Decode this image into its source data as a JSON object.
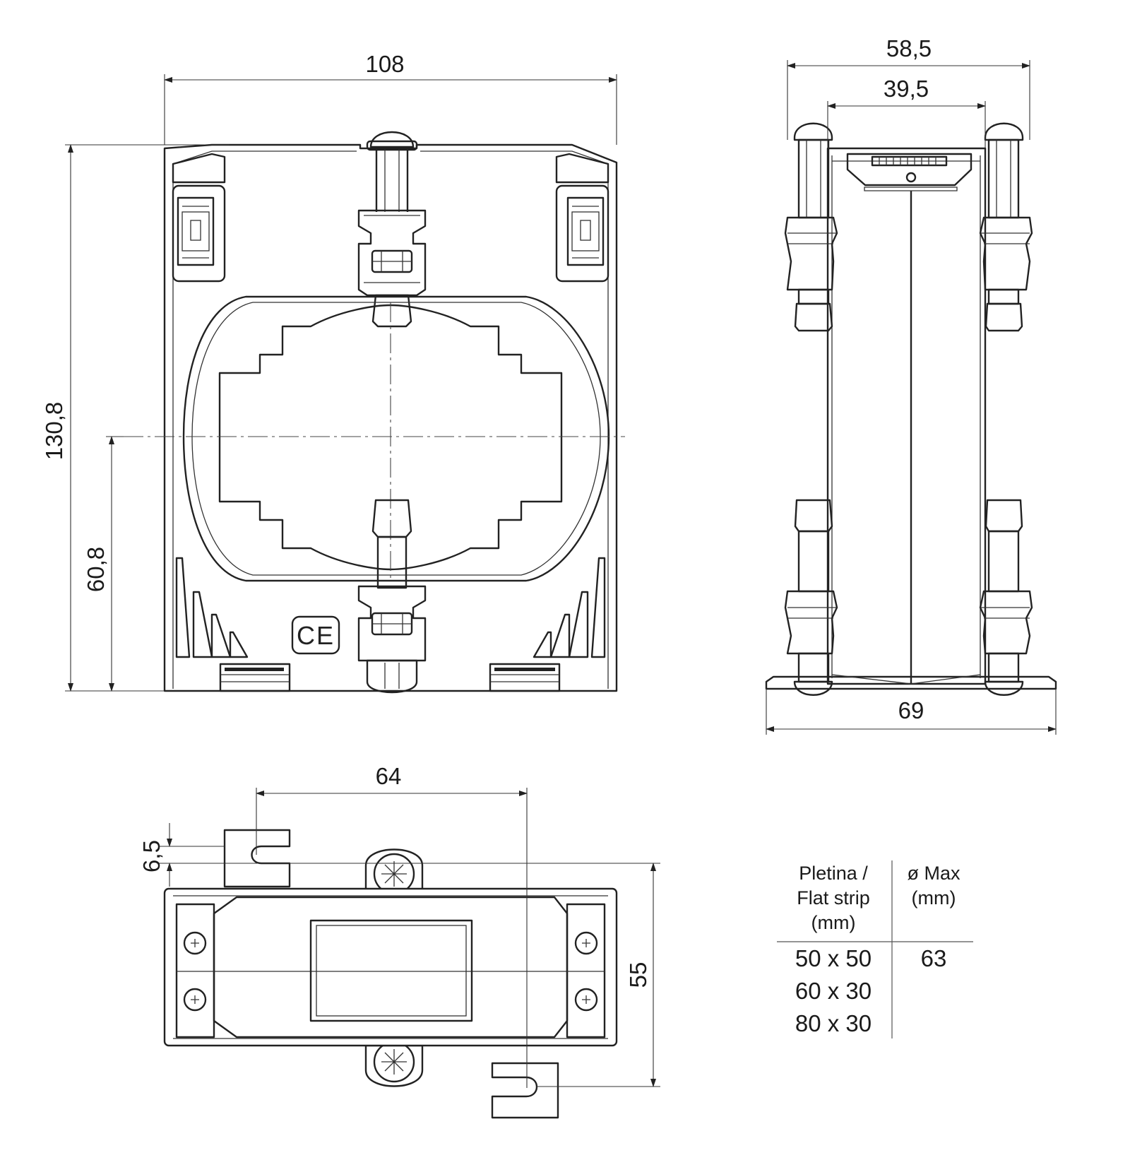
{
  "dimensions": {
    "front_width": "108",
    "front_height": "130,8",
    "front_center_height": "60,8",
    "side_outer_width": "58,5",
    "side_inner_width": "39,5",
    "side_base_width": "69",
    "bottom_width": "64",
    "bottom_offset": "6,5",
    "bottom_depth": "55"
  },
  "marks": {
    "ce": "CE"
  },
  "table": {
    "header_strip": [
      "Pletina /",
      "Flat strip",
      "(mm)"
    ],
    "header_max": [
      "ø Max",
      "(mm)"
    ],
    "rows": [
      "50 x 50",
      "60 x 30",
      "80 x 30"
    ],
    "max_value": "63"
  }
}
